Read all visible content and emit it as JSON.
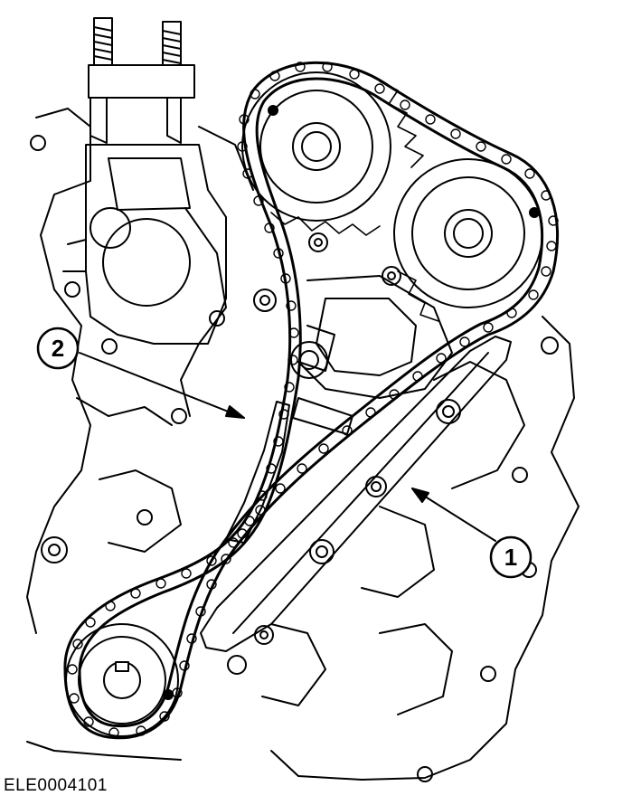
{
  "figure_code": "ELE0004101",
  "callouts": [
    {
      "label": "1",
      "part": "timing-chain-guide"
    },
    {
      "label": "2",
      "part": "timing-chain-tensioner-guide"
    }
  ],
  "colors": {
    "line": "#000000",
    "fill": "#ffffff"
  }
}
